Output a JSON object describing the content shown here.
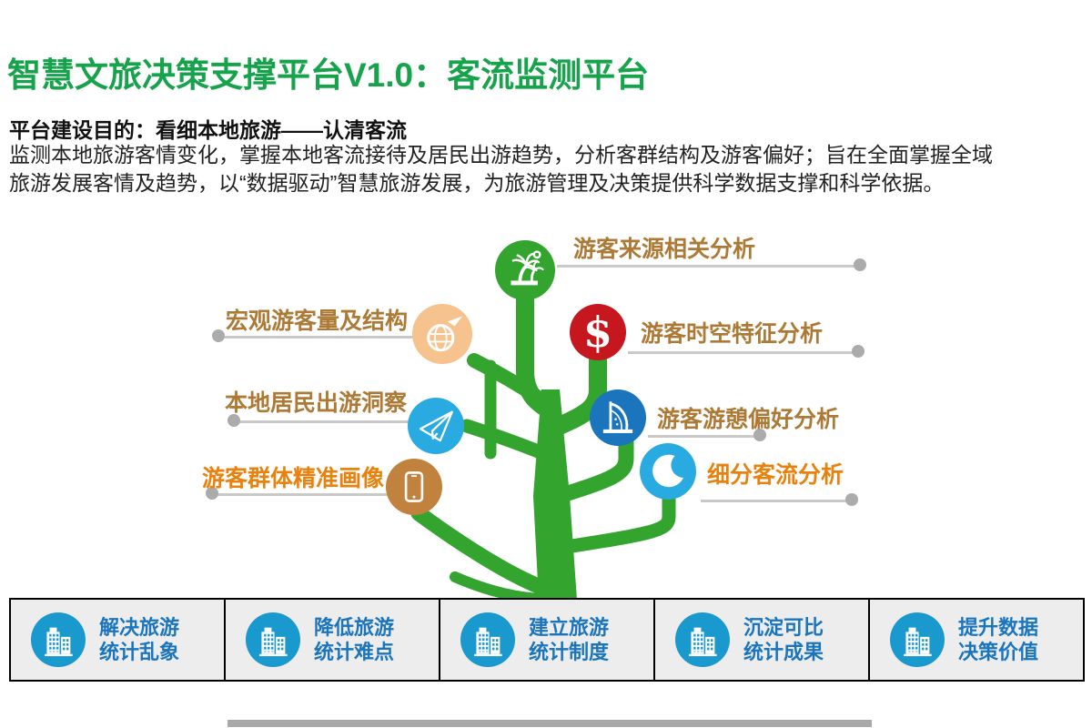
{
  "header": {
    "title": "智慧文旅决策支撑平台V1.0：客流监测平台"
  },
  "intro": {
    "subtitle": "平台建设目的：看细本地旅游——认清客流",
    "body_lines": [
      "监测本地旅游客情变化，掌握本地客流接待及居民出游趋势，分析客群结构及游客偏好；旨在全面掌握全域",
      "旅游发展客情及趋势，以“数据驱动”智慧旅游发展，为旅游管理及决策提供科学数据支撑和科学依据。"
    ]
  },
  "tree": {
    "nodes": [
      {
        "label": "游客来源相关分析",
        "icon": "palm-tree-icon",
        "side": "right",
        "circle_color": "#33A42E",
        "label_color": "#AD7A36"
      },
      {
        "label": "宏观游客量及结构",
        "icon": "globe-airplane-icon",
        "side": "left",
        "circle_color": "#F6C28D",
        "label_color": "#AD7A36"
      },
      {
        "label": "游客时空特征分析",
        "icon": "dollar-icon",
        "side": "right",
        "circle_color": "#C6171E",
        "label_color": "#AD7A36",
        "symbol": "$"
      },
      {
        "label": "本地居民出游洞察",
        "icon": "paper-plane-icon",
        "side": "left",
        "circle_color": "#29ABE2",
        "label_color": "#AD7A36"
      },
      {
        "label": "游客游憩偏好分析",
        "icon": "sail-tower-icon",
        "side": "right",
        "circle_color": "#1B75BC",
        "label_color": "#AD7A36"
      },
      {
        "label": "游客群体精准画像",
        "icon": "smartphone-icon",
        "side": "left",
        "circle_color": "#C0823C",
        "label_color": "#E8820E"
      },
      {
        "label": "细分客流分析",
        "icon": "crescent-moon-icon",
        "side": "right",
        "circle_color": "#29ABE2",
        "label_color": "#E8820E"
      }
    ]
  },
  "footer": {
    "items": [
      {
        "line1": "解决旅游",
        "line2": "统计乱象",
        "icon": "buildings-icon"
      },
      {
        "line1": "降低旅游",
        "line2": "统计难点",
        "icon": "buildings-icon"
      },
      {
        "line1": "建立旅游",
        "line2": "统计制度",
        "icon": "buildings-icon"
      },
      {
        "line1": "沉淀可比",
        "line2": "统计成果",
        "icon": "buildings-icon"
      },
      {
        "line1": "提升数据",
        "line2": "决策价值",
        "icon": "buildings-icon"
      }
    ]
  },
  "colors": {
    "title_green": "#17A34B",
    "tree_green": "#33A42E",
    "connector_line": "#C9C9C9",
    "connector_dot": "#ABABAB",
    "label_brown": "#AD7A36",
    "label_orange": "#E8820E",
    "footer_circle_blue": "#1999CE",
    "footer_text_blue": "#1B75BC",
    "footer_bg": "#EDEDED",
    "red_circle": "#C6171E",
    "peach_circle": "#F6C28D",
    "light_blue_circle": "#29ABE2",
    "dark_blue_circle": "#1B75BC",
    "brown_circle": "#C0823C"
  }
}
